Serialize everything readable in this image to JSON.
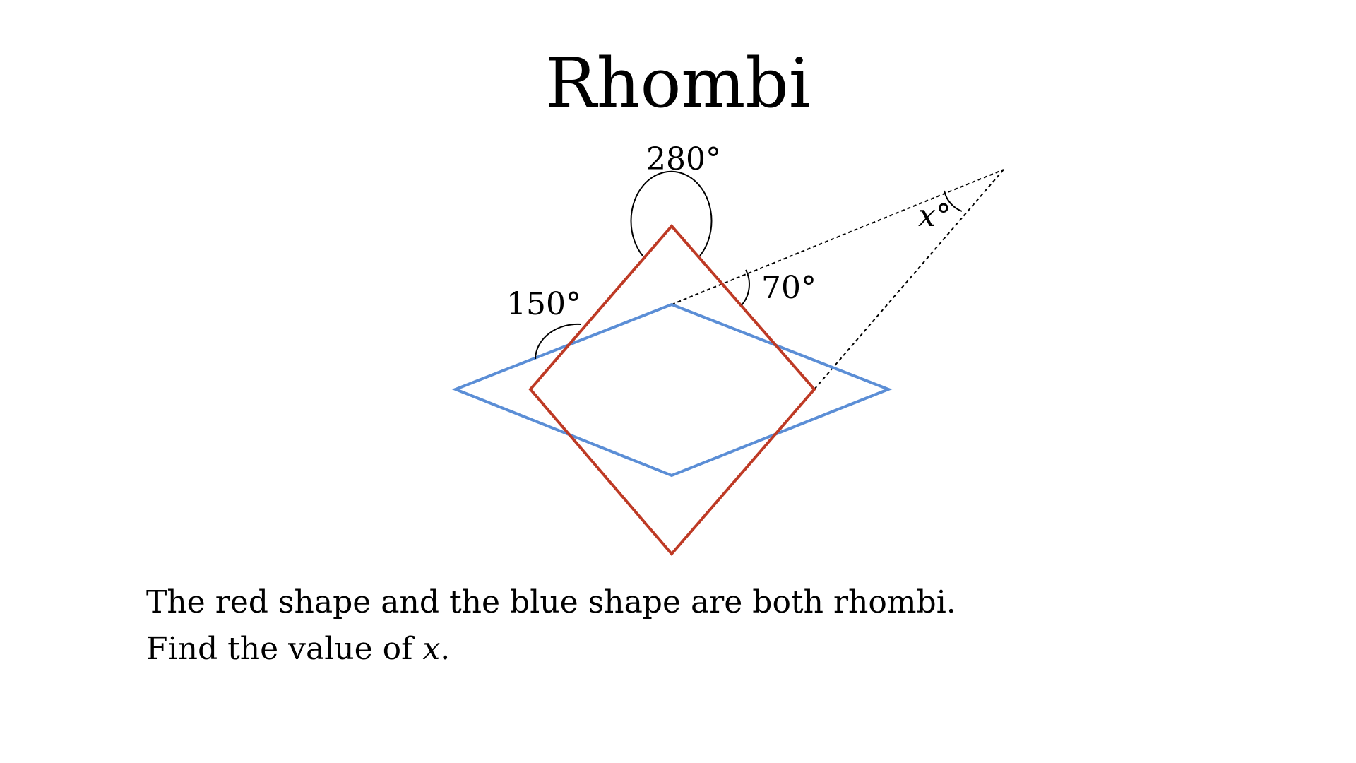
{
  "title": "Rhombi",
  "diagram": {
    "angle_labels": {
      "top": "280°",
      "left": "150°",
      "right": "70°",
      "apex": "x°"
    },
    "colors": {
      "red_rhombus": "#BE3A25",
      "blue_rhombus": "#5B8ED6",
      "lines": "#000000"
    }
  },
  "question": {
    "line1": "The red shape and the blue shape are both rhombi.",
    "line2_prefix": "Find the value of ",
    "line2_var": "x",
    "line2_suffix": "."
  }
}
